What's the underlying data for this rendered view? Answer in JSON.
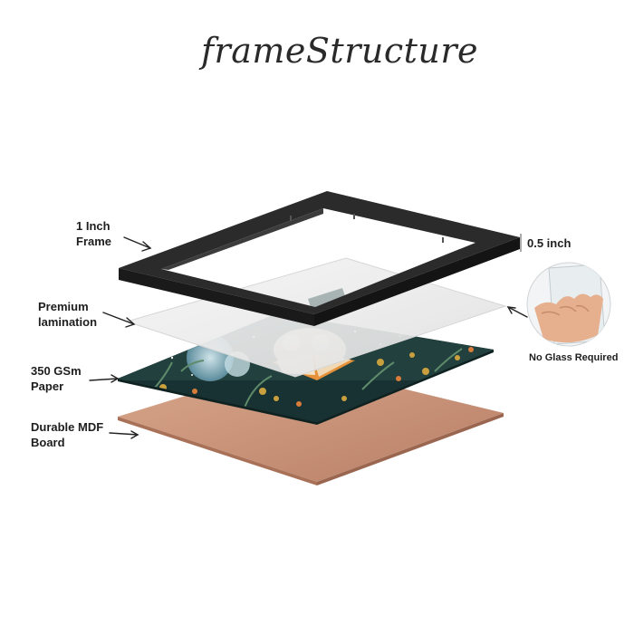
{
  "title": "frameStructure",
  "labels": {
    "frame": [
      "1 Inch",
      "Frame"
    ],
    "lamination": [
      "Premium",
      "lamination"
    ],
    "paper": [
      "350 GSm",
      "Paper"
    ],
    "board": [
      "Durable MDF",
      "Board"
    ],
    "width": "0.5 inch",
    "no_glass": "No Glass Required"
  },
  "colors": {
    "frame": "#2b2b2b",
    "lamination": "#ececec",
    "board": "#c8957c",
    "art_background": "#1e3b3b",
    "art_accent": "#e19a3c"
  },
  "icons": [
    "arrow-icon",
    "hand-with-film-icon"
  ]
}
